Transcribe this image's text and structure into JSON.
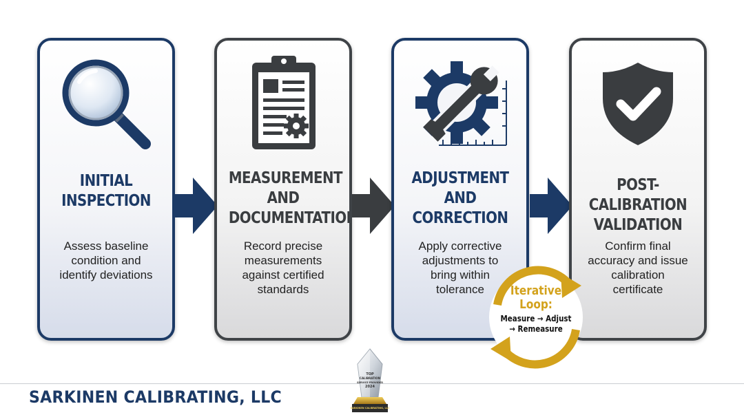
{
  "steps": [
    {
      "title_lines": [
        "INITIAL",
        "INSPECTION"
      ],
      "desc_lines": [
        "Assess baseline",
        "condition and",
        "identify deviations"
      ],
      "icon": "magnifying-glass-icon"
    },
    {
      "title_lines": [
        "MEASUREMENT",
        "AND",
        "DOCUMENTATION"
      ],
      "desc_lines": [
        "Record precise",
        "measurements",
        "against certified",
        "standards"
      ],
      "icon": "clipboard-gear-icon"
    },
    {
      "title_lines": [
        "ADJUSTMENT",
        "AND",
        "CORRECTION"
      ],
      "desc_lines": [
        "Apply corrective",
        "adjustments to",
        "bring within",
        "tolerance"
      ],
      "icon": "gear-wrench-icon"
    },
    {
      "title_lines": [
        "POST-CALIBRATION",
        "VALIDATION"
      ],
      "desc_lines": [
        "Confirm final",
        "accuracy and issue",
        "calibration",
        "certificate"
      ],
      "icon": "shield-check-icon"
    }
  ],
  "loop": {
    "title_lines": [
      "Iterative",
      "Loop:"
    ],
    "detail_lines": [
      "Measure → Adjust",
      "→ Remeasure"
    ]
  },
  "award": {
    "lines": [
      "TOP",
      "CALIBRATION",
      "SERVICE PROVIDER",
      "2024"
    ],
    "base_text": "SARKINEN CALIBRATING, LLC"
  },
  "footer": {
    "company": "SARKINEN CALIBRATING, LLC"
  },
  "colors": {
    "navy": "#1c3a66",
    "charcoal": "#3f4347",
    "gold": "#d3a21c"
  }
}
